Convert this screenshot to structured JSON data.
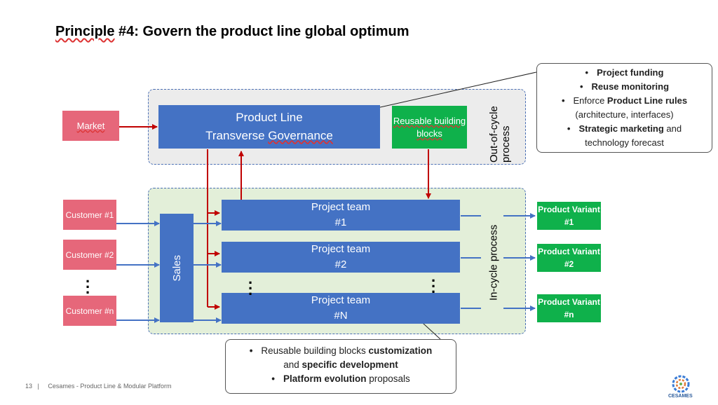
{
  "title": {
    "prefix": "Principle",
    "rest": " #4: Govern the product line global optimum"
  },
  "market": "Market",
  "governance": {
    "line1": "Product Line",
    "line2a": "Transverse ",
    "line2b": "Governance"
  },
  "reusable": "Reusable building blocks",
  "out_of_cycle": "Out-of-cycle process",
  "in_cycle": "In-cycle process",
  "customers": [
    "Customer #1",
    "Customer #2",
    "Customer #n"
  ],
  "sales": "Sales",
  "project_teams": [
    {
      "line1": "Project team",
      "line2": "#1"
    },
    {
      "line1": "Project team",
      "line2": "#2"
    },
    {
      "line1": "Project team",
      "line2": "#N"
    }
  ],
  "variants": [
    "Product Variant #1",
    "Product Variant #2",
    "Product Variant #n"
  ],
  "callout_top": {
    "item1": "Project funding",
    "item2": "Reuse monitoring",
    "item3_pre": "Enforce ",
    "item3_bold": "Product Line rules",
    "item3_post": "(architecture, interfaces)",
    "item4_bold": "Strategic marketing",
    "item4_mid": " and",
    "item4_post": "technology forecast"
  },
  "callout_bottom": {
    "item1_pre": "Reusable building blocks ",
    "item1_bold": "customization",
    "item1_mid": "and ",
    "item1_bold2": "specific development",
    "item2_bold": "Platform evolution",
    "item2_post": " proposals"
  },
  "footer": {
    "page": "13",
    "sep": "|",
    "text": "Cesames - Product Line & Modular Platform"
  },
  "logo_text": "CESAMES",
  "colors": {
    "blue": "#4472c4",
    "green": "#0fb14b",
    "pink": "#e6677a",
    "red_arrow": "#c00000",
    "blue_arrow": "#4472c4"
  }
}
